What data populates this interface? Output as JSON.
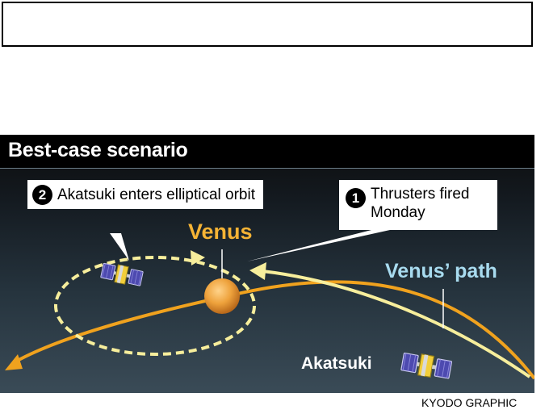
{
  "header": {
    "title": "Best-case scenario"
  },
  "callouts": [
    {
      "number": "2",
      "text": "Akatsuki enters elliptical orbit"
    },
    {
      "number": "1",
      "text_line1": "Thrusters fired",
      "text_line2": "Monday"
    }
  ],
  "labels": {
    "venus": "Venus",
    "venus_path": "Venus’ path",
    "akatsuki": "Akatsuki"
  },
  "credit": "KYODO GRAPHIC",
  "colors": {
    "background_dark": "#0b0b0b",
    "venus_orbit": "#f0a21e",
    "akatsuki_path": "#f7ee9c",
    "venus_label": "#f5b335",
    "path_label": "#a8dbef"
  },
  "icons": {
    "spacecraft": "akatsuki-probe-icon",
    "planet": "venus-planet-icon"
  }
}
